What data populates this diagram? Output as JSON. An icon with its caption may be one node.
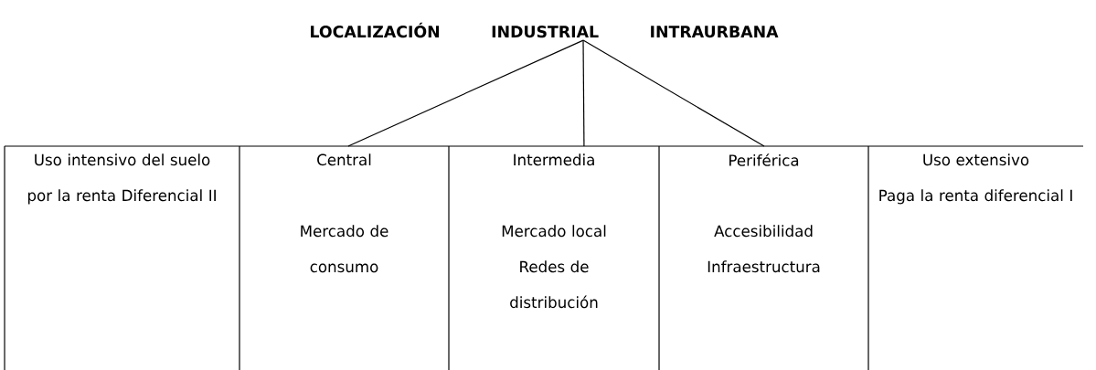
{
  "diagram": {
    "nodes": [
      {
        "text": [
          "LOCALIZACIÓN INDUSTRIAL INTRAURBANA"
        ]
      },
      {
        "text": [
          "Uso intensivo del suelo por la renta Diferencial II"
        ]
      },
      {
        "text": [
          "Central",
          "Mercado de consumo"
        ]
      },
      {
        "text": [
          "Intermedia",
          "Mercado local Redes de distribución"
        ]
      },
      {
        "text": [
          "Periférica",
          "Accesibilidad Infraestructura"
        ]
      },
      {
        "text": [
          "Uso extensivo",
          "Paga la renta diferencial I"
        ]
      }
    ],
    "edges": [
      {
        "from": 0,
        "to": 2,
        "arrow": "none"
      },
      {
        "from": 0,
        "to": 3,
        "arrow": "none"
      },
      {
        "from": 0,
        "to": 4,
        "arrow": "none"
      }
    ]
  }
}
